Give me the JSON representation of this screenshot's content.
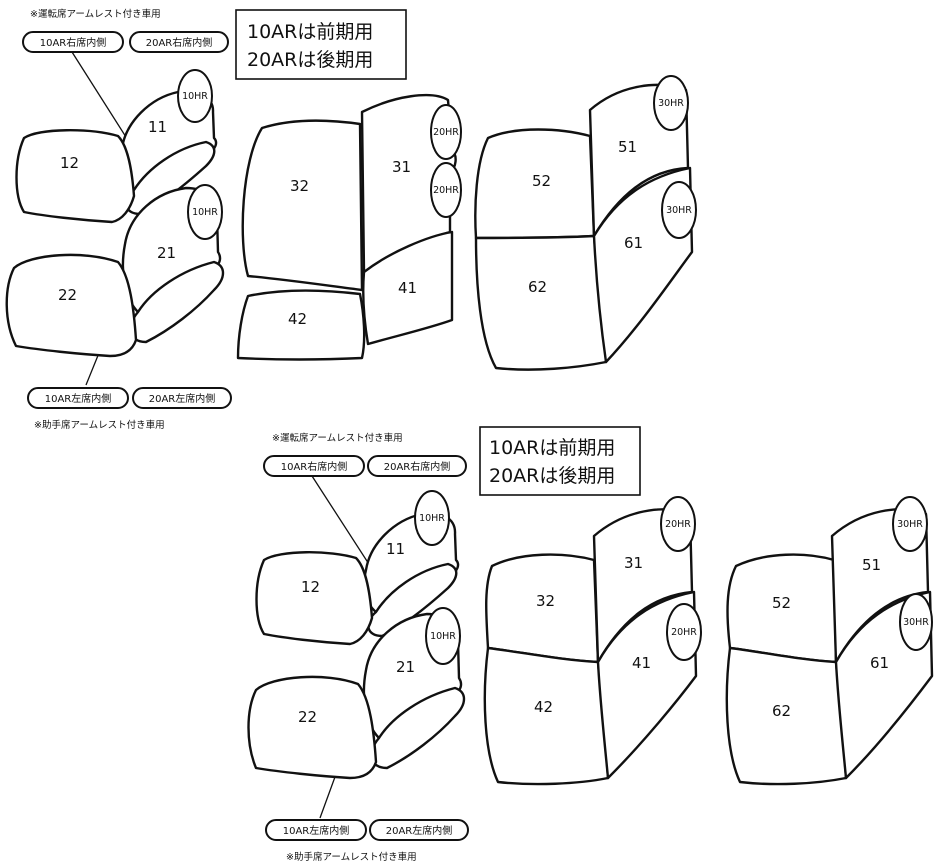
{
  "diagram1": {
    "note_top": "※運転席アームレスト付き車用",
    "pill_top_a": "10AR右席内側",
    "pill_top_b": "20AR右席内側",
    "pill_bottom_a": "10AR左席内側",
    "pill_bottom_b": "20AR左席内側",
    "note_bottom": "※助手席アームレスト付き車用",
    "title_line1": "10ARは前期用",
    "title_line2": "20ARは後期用",
    "hr_10a": "10HR",
    "hr_10b": "10HR",
    "hr_20a": "20HR",
    "hr_20b": "20HR",
    "hr_30a": "30HR",
    "hr_30b": "30HR",
    "n11": "11",
    "n12": "12",
    "n21": "21",
    "n22": "22",
    "n31": "31",
    "n32": "32",
    "n41": "41",
    "n42": "42",
    "n51": "51",
    "n52": "52",
    "n61": "61",
    "n62": "62"
  },
  "diagram2": {
    "note_top": "※運転席アームレスト付き車用",
    "pill_top_a": "10AR右席内側",
    "pill_top_b": "20AR右席内側",
    "pill_bottom_a": "10AR左席内側",
    "pill_bottom_b": "20AR左席内側",
    "note_bottom": "※助手席アームレスト付き車用",
    "title_line1": "10ARは前期用",
    "title_line2": "20ARは後期用",
    "hr_10a": "10HR",
    "hr_10b": "10HR",
    "hr_20a": "20HR",
    "hr_20b": "20HR",
    "hr_30a": "30HR",
    "hr_30b": "30HR",
    "n11": "11",
    "n12": "12",
    "n21": "21",
    "n22": "22",
    "n31": "31",
    "n32": "32",
    "n41": "41",
    "n42": "42",
    "n51": "51",
    "n52": "52",
    "n61": "61",
    "n62": "62"
  }
}
